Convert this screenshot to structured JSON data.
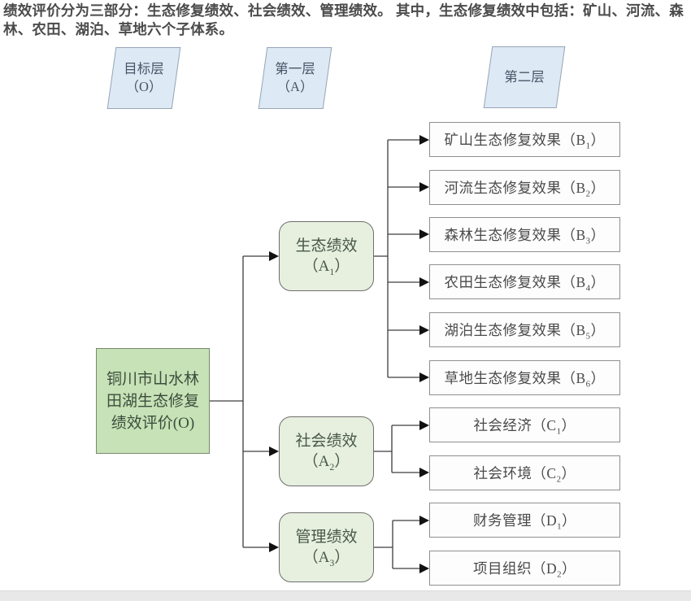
{
  "intro": {
    "text": "绩效评价分为三部分：生态修复绩效、社会绩效、管理绩效。 其中，生态修复绩效中包括：矿山、河流、森林、农田、湖泊、草地六个子体系。"
  },
  "colors": {
    "intro_text": "#4b4b4b",
    "header_fill": "#dde9f4",
    "header_border": "#96a5b6",
    "root_fill": "#c6e2b6",
    "level1_fill": "#e7f0df",
    "leaf_fill": "#fdfdfd",
    "line_color": "#3d3d3d",
    "arrow_color": "#111111"
  },
  "diagram": {
    "headers": [
      {
        "lines": [
          "目标层",
          "（O）"
        ]
      },
      {
        "lines": [
          "第一层",
          "（A）"
        ]
      },
      {
        "lines": [
          "第二层"
        ]
      }
    ],
    "root": {
      "lines": [
        "铜川市山水林",
        "田湖生态修复",
        "绩效评价(O)"
      ]
    },
    "branches": [
      {
        "parent": {
          "name": "生态绩效",
          "code_prefix": "（A",
          "sub": "1",
          "code_suffix": "）"
        },
        "children": [
          {
            "prefix": "矿山生态修复效果（B",
            "sub": "1",
            "suffix": "）"
          },
          {
            "prefix": "河流生态修复效果（B",
            "sub": "2",
            "suffix": "）"
          },
          {
            "prefix": "森林生态修复效果（B",
            "sub": "3",
            "suffix": "）"
          },
          {
            "prefix": "农田生态修复效果（B",
            "sub": "4",
            "suffix": "）"
          },
          {
            "prefix": "湖泊生态修复效果（B",
            "sub": "5",
            "suffix": "）"
          },
          {
            "prefix": "草地生态修复效果（B",
            "sub": "6",
            "suffix": "）"
          }
        ]
      },
      {
        "parent": {
          "name": "社会绩效",
          "code_prefix": "（A",
          "sub": "2",
          "code_suffix": "）"
        },
        "children": [
          {
            "prefix": "社会经济（C",
            "sub": "1",
            "suffix": "）"
          },
          {
            "prefix": "社会环境（C",
            "sub": "2",
            "suffix": "）"
          }
        ]
      },
      {
        "parent": {
          "name": "管理绩效",
          "code_prefix": "（A",
          "sub": "3",
          "code_suffix": "）"
        },
        "children": [
          {
            "prefix": "财务管理（D",
            "sub": "1",
            "suffix": "）"
          },
          {
            "prefix": "项目组织（D",
            "sub": "2",
            "suffix": "）"
          }
        ]
      }
    ]
  }
}
